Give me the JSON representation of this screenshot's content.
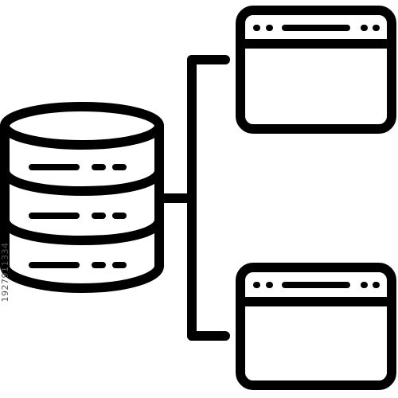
{
  "icon": {
    "name": "database-connected-to-windows",
    "stroke_color": "#000000",
    "background_color": "#ffffff",
    "parts": [
      "database-icon",
      "connector-lines",
      "browser-window-icon",
      "browser-window-icon"
    ]
  },
  "watermark": {
    "stock_id": "1927911334"
  }
}
